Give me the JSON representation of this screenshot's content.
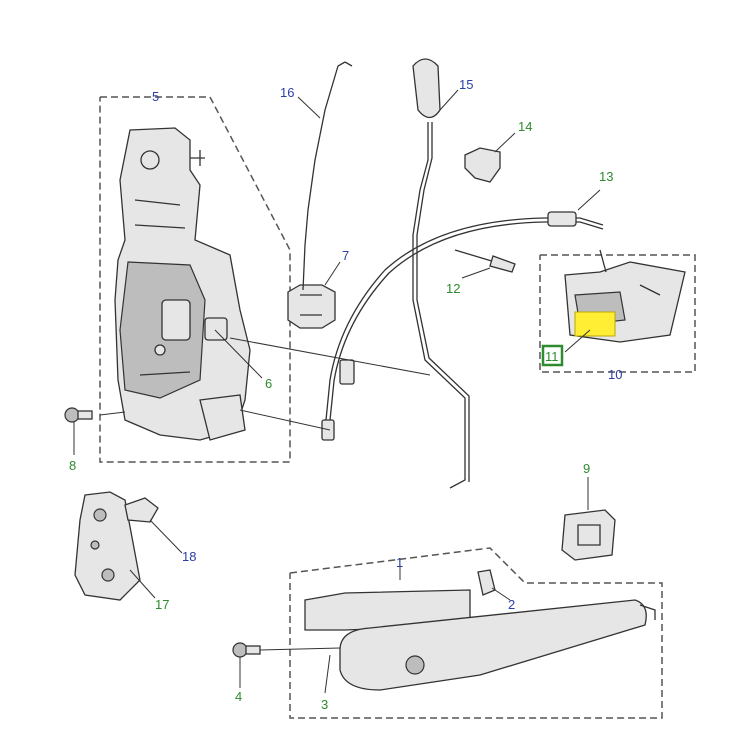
{
  "colors": {
    "blue_number": "#2b3fa8",
    "green_number": "#2e8b2e",
    "highlight": "#ffee33",
    "highlight_box_border": "#2e8b2e"
  },
  "callouts": {
    "c1": "1",
    "c2": "2",
    "c3": "3",
    "c4": "4",
    "c5": "5",
    "c6": "6",
    "c7": "7",
    "c8": "8",
    "c9": "9",
    "c10": "10",
    "c11": "11",
    "c12": "12",
    "c13": "13",
    "c14": "14",
    "c15": "15",
    "c16": "16",
    "c17": "17",
    "c18": "18"
  },
  "highlighted_callout": "11"
}
